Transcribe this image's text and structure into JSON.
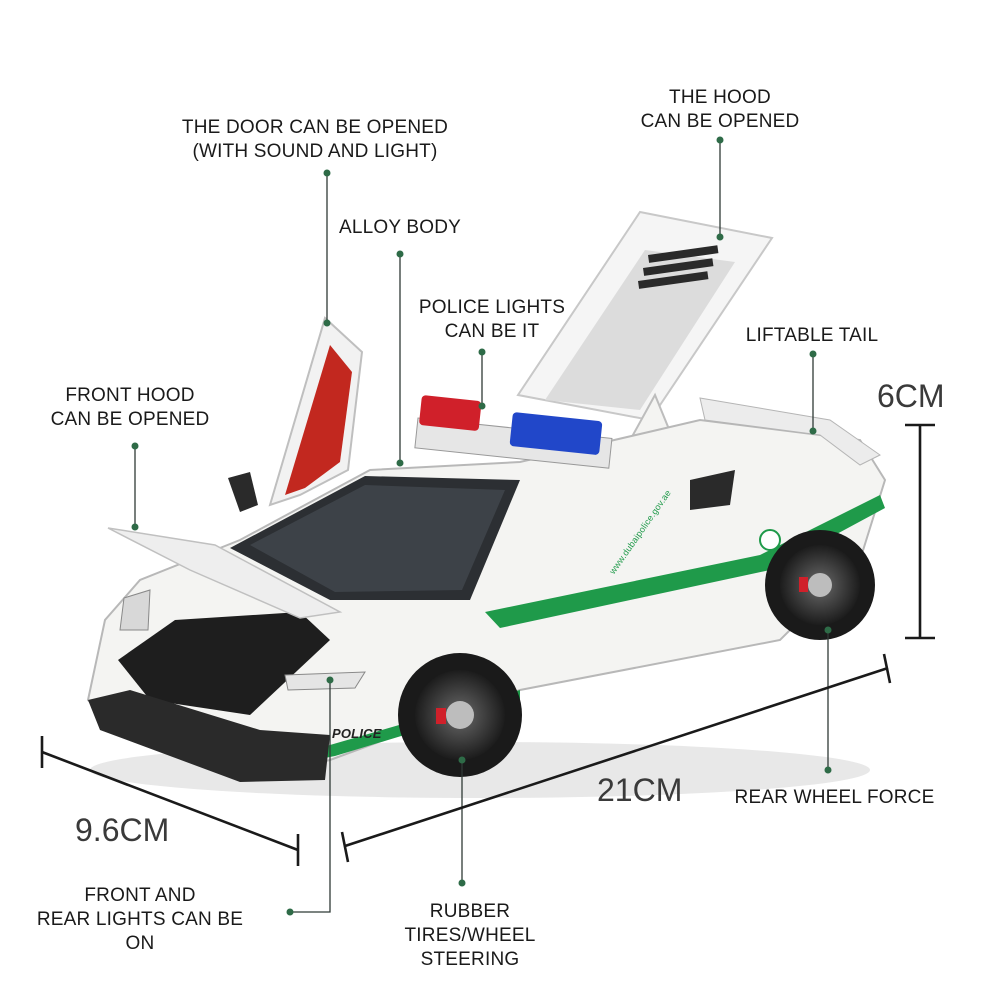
{
  "callouts": {
    "door": "THE DOOR CAN BE OPENED\n(WITH SOUND AND LIGHT)",
    "hood": "THE HOOD\nCAN BE OPENED",
    "alloy": "ALLOY BODY",
    "police_lights": "POLICE LIGHTS\nCAN BE IT",
    "tail": "LIFTABLE TAIL",
    "front_hood": "FRONT HOOD\nCAN BE OPENED",
    "rear_wheel": "REAR WHEEL FORCE",
    "front_rear_lights": "FRONT AND\nREAR LIGHTS CAN BE ON",
    "tires": "RUBBER\nTIRES/WHEEL STEERING"
  },
  "dimensions": {
    "height": "6CM",
    "length": "21CM",
    "width": "9.6CM"
  },
  "car_markings": {
    "police": "POLICE",
    "website": "www.dubaipolice.gov.ae"
  },
  "colors": {
    "leader_line": "#2f3a36",
    "dot": "#2e6b47",
    "body": "#f4f4f2",
    "stripe": "#1f9a4a",
    "red_light": "#d0202a",
    "blue_light": "#2147c9",
    "door_interior": "#c2281f"
  }
}
